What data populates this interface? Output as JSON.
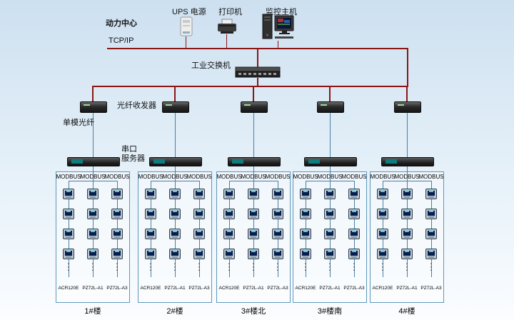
{
  "header": {
    "power_center": "动力中心",
    "ups_label": "UPS 电源",
    "printer_label": "打印机",
    "monitor_label": "监控主机",
    "tcpip_label": "TCP/IP",
    "switch_label": "工业交换机",
    "fiber_label": "光纤收发器",
    "fiber_type_label": "单模光纤",
    "serial_label_line1": "串口",
    "serial_label_line2": "服务器"
  },
  "meters": {
    "protocol_label": "MODBUS",
    "models": [
      "ACR120E",
      "PZ72L-A1",
      "PZ72L-A3"
    ],
    "columns_per_group": 3,
    "meters_per_column": 4
  },
  "groups": [
    {
      "name": "1#楼"
    },
    {
      "name": "2#楼"
    },
    {
      "name": "3#楼北"
    },
    {
      "name": "3#楼南"
    },
    {
      "name": "4#楼"
    }
  ],
  "colors": {
    "trunk_line": "#8a1616",
    "branch_line": "#4c7fa3",
    "box_border": "#5f97ba",
    "meter_screen": "#0c1c4a",
    "meter_screen_glow": "#2fd8e8"
  }
}
